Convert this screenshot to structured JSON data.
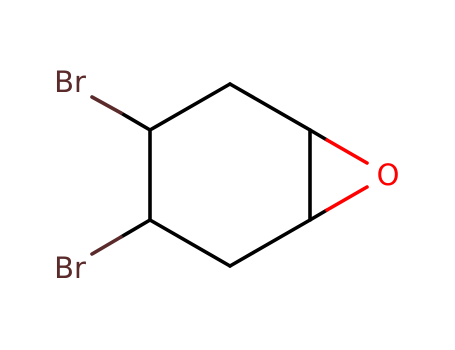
{
  "molecule": {
    "atoms": {
      "br_top": {
        "label": "Br",
        "color": "#5b2b2b"
      },
      "br_bottom": {
        "label": "Br",
        "color": "#5b2b2b"
      },
      "oxygen": {
        "label": "O",
        "color": "#ff0000"
      }
    },
    "bond_color": "#000000"
  }
}
